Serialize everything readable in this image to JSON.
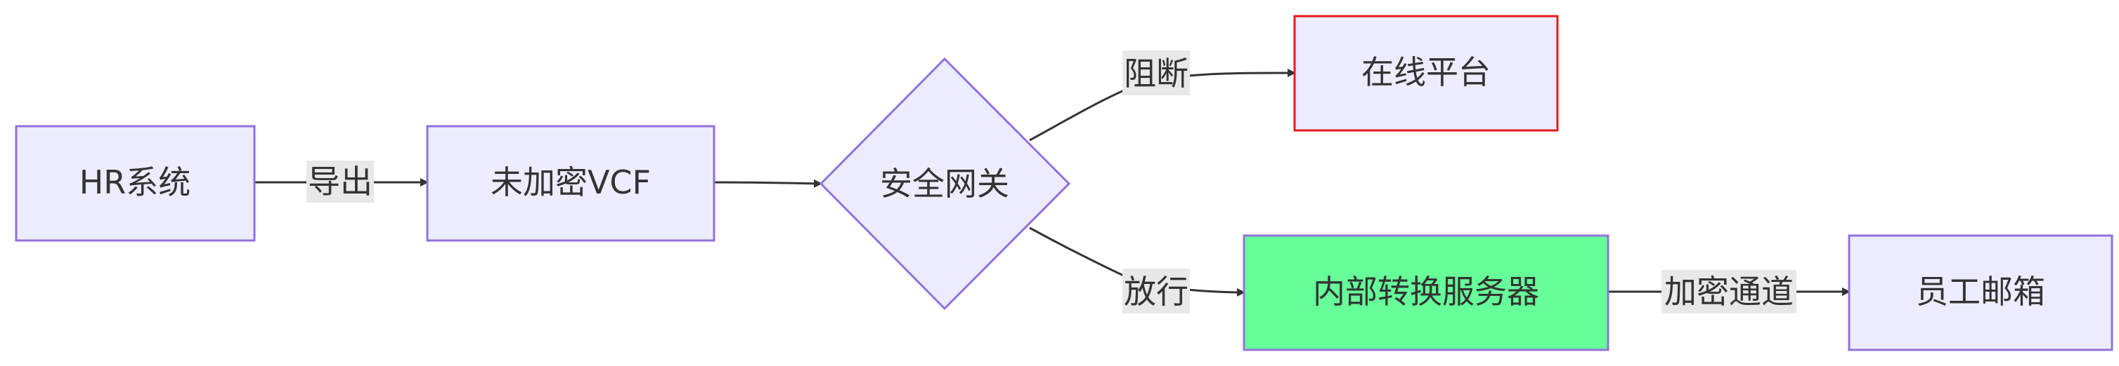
{
  "diagram": {
    "nodes": {
      "hr": {
        "label": "HR系统",
        "fill": "#ececff",
        "stroke": "#9370db"
      },
      "vcf": {
        "label": "未加密VCF",
        "fill": "#ececff",
        "stroke": "#9370db"
      },
      "gateway": {
        "label": "安全网关",
        "fill": "#ececff",
        "stroke": "#9370db"
      },
      "online": {
        "label": "在线平台",
        "fill": "#ececff",
        "stroke": "#e31a1c"
      },
      "server": {
        "label": "内部转换服务器",
        "fill": "#66ff99",
        "stroke": "#9370db"
      },
      "mail": {
        "label": "员工邮箱",
        "fill": "#ececff",
        "stroke": "#9370db"
      }
    },
    "edges": {
      "export": {
        "label": "导出",
        "from": "hr",
        "to": "vcf"
      },
      "to_gateway": {
        "label": "",
        "from": "vcf",
        "to": "gateway"
      },
      "block": {
        "label": "阻断",
        "from": "gateway",
        "to": "online"
      },
      "allow": {
        "label": "放行",
        "from": "gateway",
        "to": "server"
      },
      "encrypted": {
        "label": "加密通道",
        "from": "server",
        "to": "mail"
      }
    },
    "colors": {
      "line": "#333333",
      "label_bg": "#e8e8e8",
      "text": "#333333"
    }
  }
}
